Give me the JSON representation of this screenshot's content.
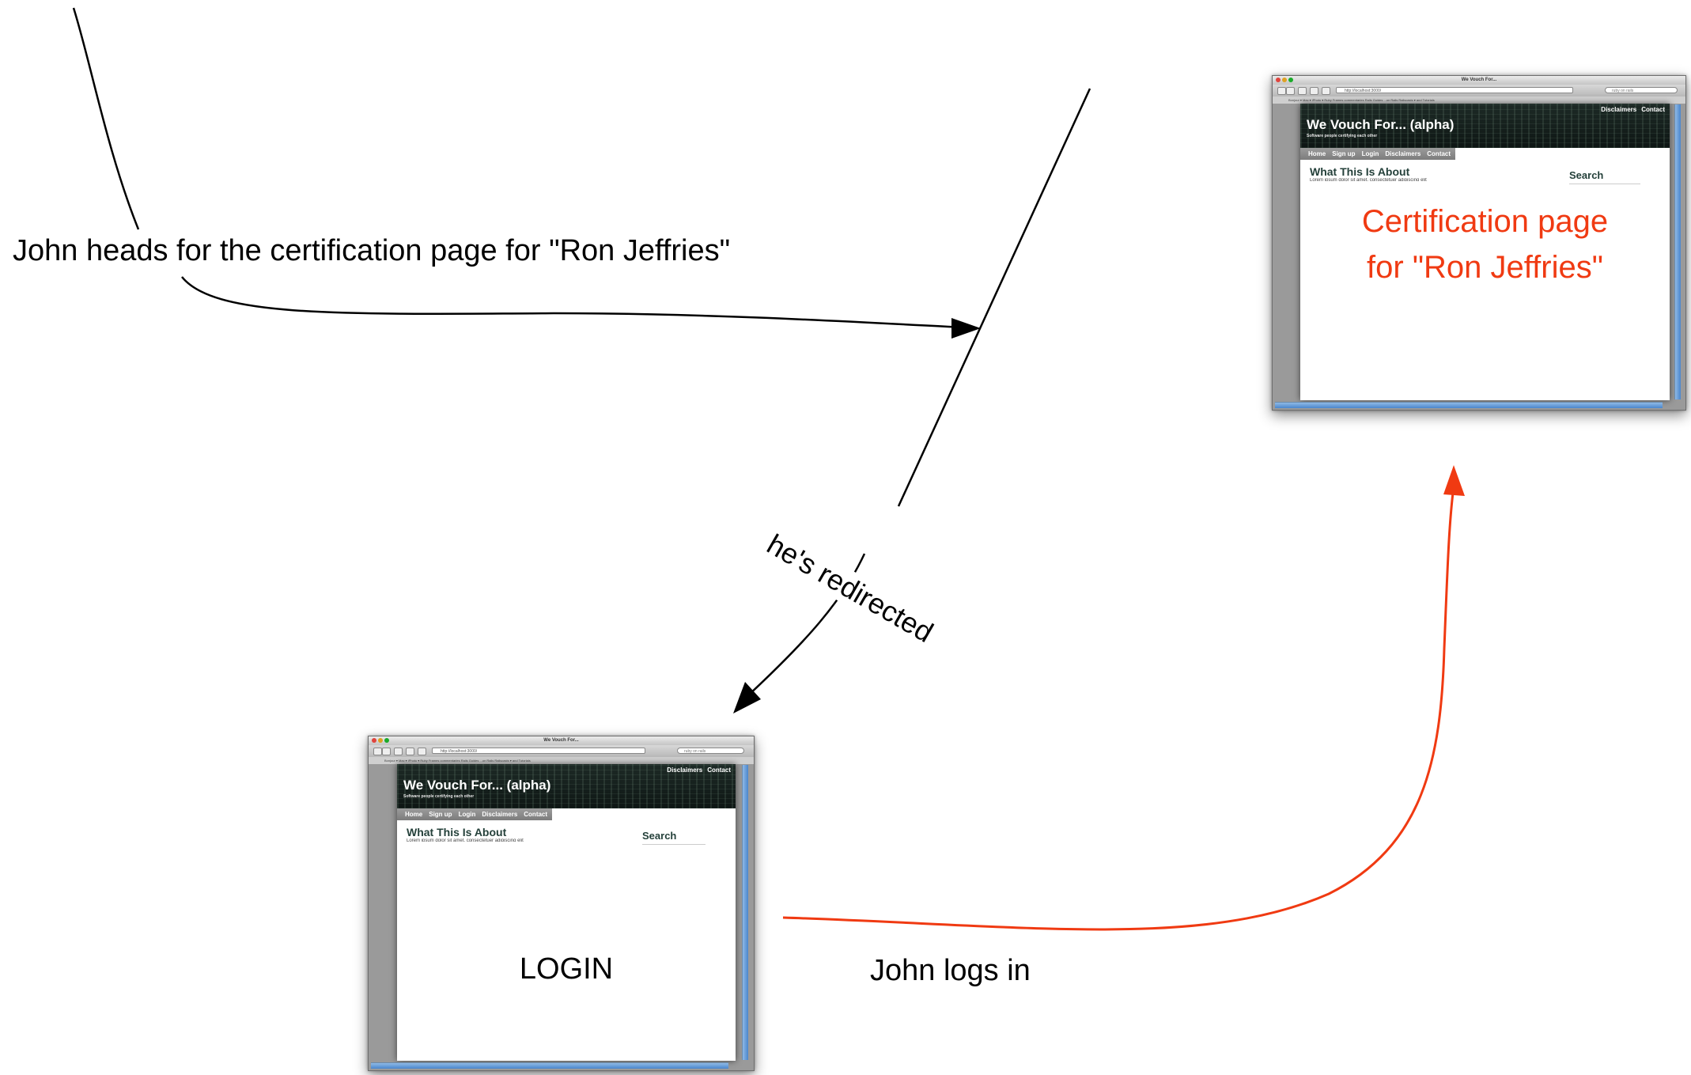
{
  "labels": {
    "heads_for": "John heads for the certification page for \"Ron Jeffries\"",
    "redirected": "he's redirected",
    "logs_in": "John logs in"
  },
  "login_window": {
    "window_title": "We Vouch For...",
    "url": "http://localhost:3000/",
    "search_placeholder": "ruby on rails",
    "bookmarks": "Bonjour ▾   Mac ▾   iPhoto ▾   Ruby Frames commentaries   Rails Guides ...on Rails   Railscasts ▾   and Tutorials",
    "header_links": [
      "Disclaimers",
      "Contact"
    ],
    "site_title": "We Vouch For... (alpha)",
    "tagline": "Software people certifying each other",
    "nav": [
      "Home",
      "Sign up",
      "Login",
      "Disclaimers",
      "Contact"
    ],
    "heading": "What This Is About",
    "body_text": "Lorem ipsum dolor sit amet, consectetuer adipiscing elit",
    "sidebar_heading": "Search",
    "overlay_text": "LOGIN"
  },
  "cert_window": {
    "window_title": "We Vouch For...",
    "url": "http://localhost:3000/",
    "search_placeholder": "ruby on rails",
    "bookmarks": "Bonjour ▾   Mac ▾   iPhoto ▾   Ruby Frames commentaries   Rails Guides ...on Rails   Railscasts ▾   and Tutorials",
    "header_links": [
      "Disclaimers",
      "Contact"
    ],
    "site_title": "We Vouch For... (alpha)",
    "tagline": "Software people certifying each other",
    "nav": [
      "Home",
      "Sign up",
      "Login",
      "Disclaimers",
      "Contact"
    ],
    "heading": "What This Is About",
    "body_text": "Lorem ipsum dolor sit amet, consectetuer adipiscing elit",
    "sidebar_heading": "Search",
    "overlay_line1": "Certification page",
    "overlay_line2": "for \"Ron Jeffries\""
  },
  "colors": {
    "arrow_black": "#000000",
    "arrow_red": "#f03a12",
    "cert_text": "#f03a12"
  }
}
